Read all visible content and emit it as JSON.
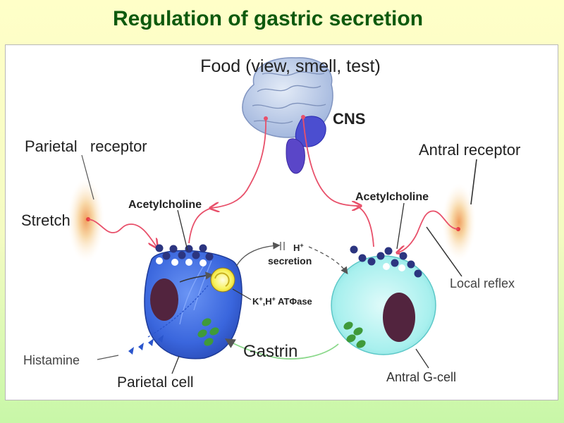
{
  "title": "Regulation of gastric secretion",
  "labels": {
    "food": "Food (view, smell, test)",
    "cns": "CNS",
    "parietal_receptor": "Parietal   receptor",
    "antral_receptor": "Antral receptor",
    "stretch": "Stretch",
    "acetylcholine_left": "Acetylcholine",
    "acetylcholine_right": "Acetylcholine",
    "h_plus": "H",
    "h_plus_sup": "+",
    "secretion": "secretion",
    "atpase_k": "K",
    "atpase_k_sup": "+",
    "atpase_h": ",H",
    "atpase_h_sup": "+",
    "atpase_rest": " ATΦase",
    "local_reflex": "Local reflex",
    "histamine": "Histamine",
    "gastrin": "Gastrin",
    "parietal_cell": "Parietal cell",
    "antral_g_cell": "Antral G-cell"
  },
  "colors": {
    "title": "#0e5a0e",
    "nerve": "#e8506a",
    "parietal_cell": "#3a66dd",
    "g_cell": "#a8f0ee",
    "nucleus": "#52243e",
    "vesicle": "#2c3580",
    "gastrin_granule": "#3f9a3a",
    "histamine": "#2a55cc",
    "brain": "#a8bde0",
    "cerebellum": "#2a2ab0"
  }
}
